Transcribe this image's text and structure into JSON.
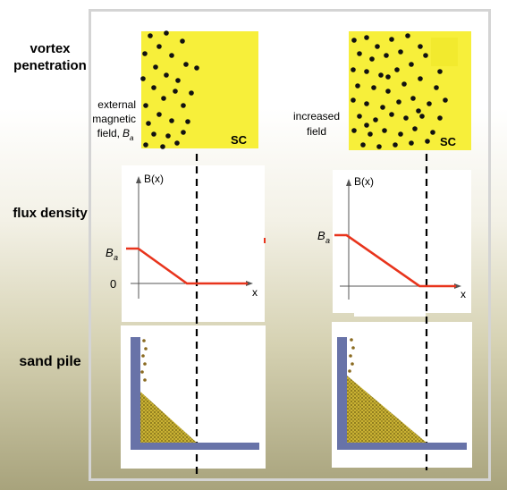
{
  "row_labels": {
    "vortex": [
      "vortex",
      "penetration"
    ],
    "flux": "flux density",
    "sand": "sand pile"
  },
  "panels": {
    "left_label": [
      "external",
      "magnetic",
      "field,"
    ],
    "left_label_symbol": "B",
    "left_label_sub": "a",
    "right_label": [
      "increased",
      "field"
    ],
    "sc_label": "SC"
  },
  "plot": {
    "ylabel": "B(x)",
    "xlabel": "x",
    "y_tick_ba": "B",
    "y_tick_ba_sub": "a",
    "y_tick_zero": "0"
  },
  "colors": {
    "superconductor": "#f7ef3a",
    "vortex": "#111111",
    "flux_line": "#e8341c",
    "boundary_line": "#000000",
    "wall": "#6873a8",
    "sand": "#c9b234",
    "frame": "#d4d4d4"
  },
  "chart_data": [
    {
      "type": "line",
      "title": "",
      "xlabel": "x",
      "ylabel": "B(x)",
      "series": [
        {
          "x": [
            0,
            0.1,
            0.5,
            1.0
          ],
          "y": [
            1.0,
            1.0,
            0.0,
            0.0
          ]
        }
      ]
    },
    {
      "type": "line",
      "title": "",
      "xlabel": "x",
      "ylabel": "B(x)",
      "series": [
        {
          "x": [
            0,
            0.1,
            0.7,
            1.0
          ],
          "y": [
            1.0,
            1.0,
            0.0,
            0.0
          ]
        }
      ]
    }
  ]
}
